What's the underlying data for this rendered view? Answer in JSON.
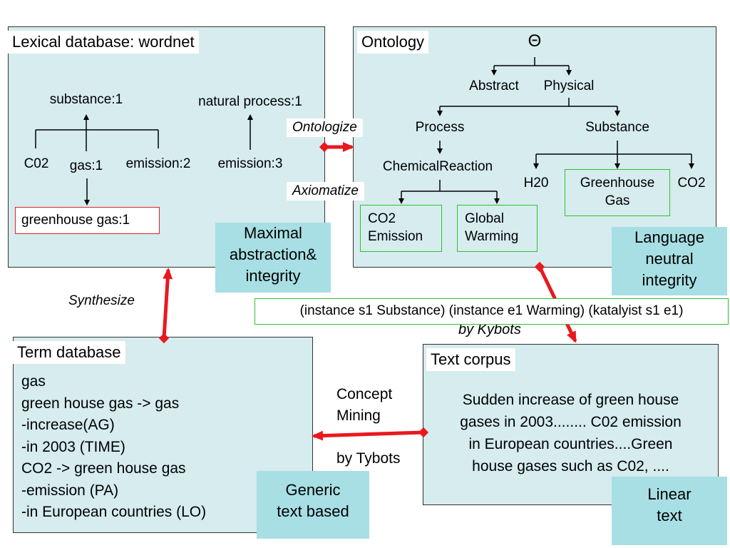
{
  "wordnet": {
    "title": "Lexical database: wordnet",
    "substance": "substance:1",
    "natural_process": "natural process:1",
    "c02": "C02",
    "gas": "gas:1",
    "emission2": "emission:2",
    "emission3": "emission:3",
    "greenhouse": "greenhouse gas:1"
  },
  "ontology": {
    "title": "Ontology",
    "root": "Θ",
    "abstract": "Abstract",
    "physical": "Physical",
    "process": "Process",
    "substance": "Substance",
    "chemical": "ChemicalReaction",
    "h20": "H20",
    "greenhouse_line1": "Greenhouse",
    "greenhouse_line2": "Gas",
    "co2": "CO2",
    "co2em_line1": "CO2",
    "co2em_line2": "Emission",
    "warming_line1": "Global",
    "warming_line2": "Warming"
  },
  "arrows": {
    "ontologize": "Ontologize",
    "axiomatize": "Axiomatize",
    "synthesize": "Synthesize",
    "concept_line1": "Concept",
    "concept_line2": "Mining",
    "by_tybots": "by Tybots",
    "by_kybots": "by Kybots"
  },
  "notes": {
    "maximal_line1": "Maximal",
    "maximal_line2": "abstraction&",
    "maximal_line3": "integrity",
    "language_line1": "Language",
    "language_line2": "neutral",
    "language_line3": "integrity",
    "generic_line1": "Generic",
    "generic_line2": "text based",
    "linear_line1": "Linear",
    "linear_line2": "text"
  },
  "formula": "(instance s1 Substance) (instance e1 Warming) (katalyist s1 e1)",
  "term_db": {
    "title": "Term database",
    "lines": [
      "gas",
      "green house gas -> gas",
      "-increase(AG)",
      "-in 2003 (TIME)",
      "CO2 -> green house gas",
      "-emission (PA)",
      "-in European countries (LO)"
    ]
  },
  "corpus": {
    "title": "Text corpus",
    "lines": [
      "Sudden increase of green house",
      "gases in 2003........ C02 emission",
      "in European countries....Green",
      "house gases such as C02, ...."
    ]
  },
  "colors": {
    "panel": "#d6ecee",
    "note": "#a7dfe4",
    "arrow_red": "#e8191f",
    "box_green": "#2fc22f",
    "box_red": "#d9262c"
  }
}
